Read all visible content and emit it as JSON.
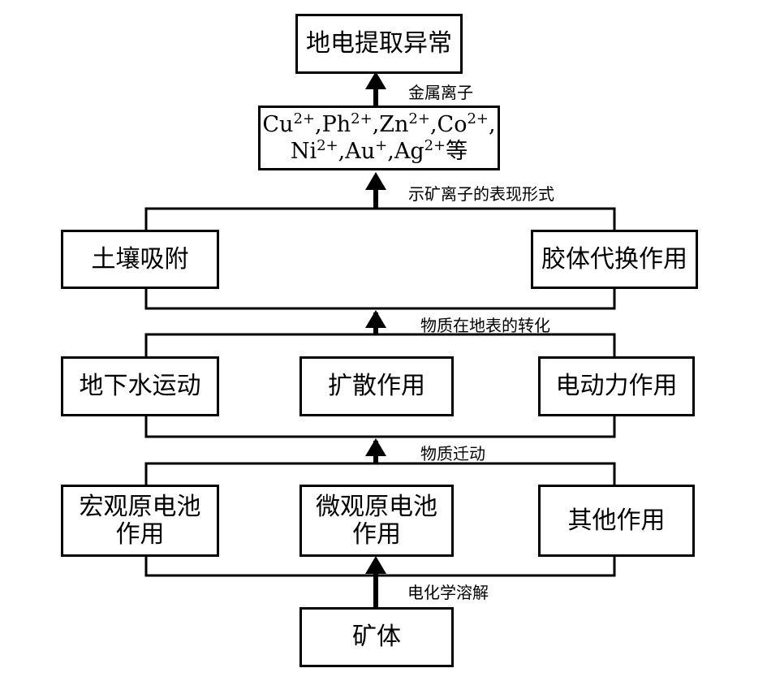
{
  "nodes": {
    "top": "地电提取异常",
    "ions_line1": [
      "Cu",
      "2+",
      ",Ph",
      "2+",
      ",Zn",
      "2+",
      ",Co",
      "2+",
      ","
    ],
    "ions_line2": [
      "Ni",
      "2+",
      ",Au",
      "+",
      ",Ag",
      "2+",
      "等"
    ],
    "soil": "土壤吸附",
    "colloid": "胶体代换作用",
    "groundwater": "地下水运动",
    "diffusion": "扩散作用",
    "electrokinetic": "电动力作用",
    "macro_1": "宏观原电池",
    "macro_2": "作用",
    "micro_1": "微观原电池",
    "micro_2": "作用",
    "other": "其他作用",
    "orebody": "矿体"
  },
  "edges": {
    "metal_ions": "金属离子",
    "forms": "示矿离子的表现形式",
    "surface_transform": "物质在地表的转化",
    "migration": "物质迁动",
    "dissolution": "电化学溶解"
  }
}
